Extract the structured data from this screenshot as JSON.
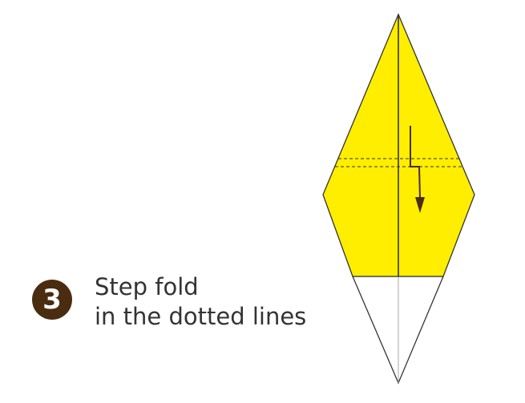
{
  "step": {
    "number": "3",
    "text_line1": "Step fold",
    "text_line2": "in the dotted lines"
  },
  "colors": {
    "paper_front": "#ffee00",
    "paper_back": "#ffffff",
    "outline": "#333333",
    "badge": "#4a2c10",
    "arrow": "#4a2c10"
  },
  "diagram": {
    "shape": "origami-kite-diamond",
    "fold_lines": "dashed-pair",
    "arrow": "step-fold-down-arrow"
  }
}
